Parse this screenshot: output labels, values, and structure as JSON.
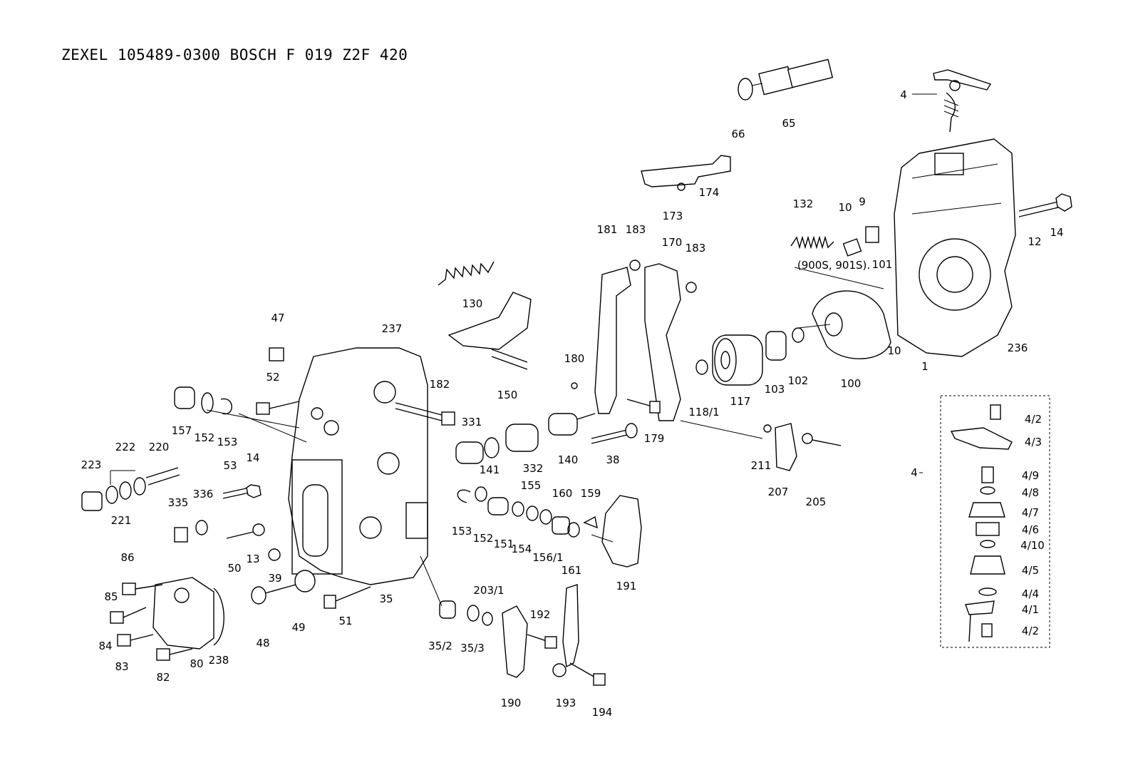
{
  "title": "ZEXEL  105489-0300  BOSCH  F 019 Z2F 420",
  "note_900s": "(900S, 901S).",
  "labels": [
    {
      "t": "4"
    },
    {
      "t": "66"
    },
    {
      "t": "65"
    },
    {
      "t": "174"
    },
    {
      "t": "173"
    },
    {
      "t": "132"
    },
    {
      "t": "10"
    },
    {
      "t": "9"
    },
    {
      "t": "12"
    },
    {
      "t": "14"
    },
    {
      "t": "181"
    },
    {
      "t": "183"
    },
    {
      "t": "170"
    },
    {
      "t": "183"
    },
    {
      "t": "101"
    },
    {
      "t": "130"
    },
    {
      "t": "10"
    },
    {
      "t": "236"
    },
    {
      "t": "1"
    },
    {
      "t": "47"
    },
    {
      "t": "237"
    },
    {
      "t": "180"
    },
    {
      "t": "102"
    },
    {
      "t": "103"
    },
    {
      "t": "100"
    },
    {
      "t": "150"
    },
    {
      "t": "52"
    },
    {
      "t": "182"
    },
    {
      "t": "117"
    },
    {
      "t": "118/1"
    },
    {
      "t": "157"
    },
    {
      "t": "152"
    },
    {
      "t": "153"
    },
    {
      "t": "331"
    },
    {
      "t": "179"
    },
    {
      "t": "222"
    },
    {
      "t": "220"
    },
    {
      "t": "38"
    },
    {
      "t": "140"
    },
    {
      "t": "332"
    },
    {
      "t": "141"
    },
    {
      "t": "223"
    },
    {
      "t": "53"
    },
    {
      "t": "14"
    },
    {
      "t": "211"
    },
    {
      "t": "207"
    },
    {
      "t": "205"
    },
    {
      "t": "221"
    },
    {
      "t": "335"
    },
    {
      "t": "336"
    },
    {
      "t": "155"
    },
    {
      "t": "160"
    },
    {
      "t": "159"
    },
    {
      "t": "153"
    },
    {
      "t": "152"
    },
    {
      "t": "151"
    },
    {
      "t": "154"
    },
    {
      "t": "156/1"
    },
    {
      "t": "161"
    },
    {
      "t": "13"
    },
    {
      "t": "50"
    },
    {
      "t": "39"
    },
    {
      "t": "86"
    },
    {
      "t": "35"
    },
    {
      "t": "191"
    },
    {
      "t": "85"
    },
    {
      "t": "203/1"
    },
    {
      "t": "51"
    },
    {
      "t": "192"
    },
    {
      "t": "84"
    },
    {
      "t": "48"
    },
    {
      "t": "49"
    },
    {
      "t": "35/2"
    },
    {
      "t": "35/3"
    },
    {
      "t": "83"
    },
    {
      "t": "80"
    },
    {
      "t": "238"
    },
    {
      "t": "82"
    },
    {
      "t": "190"
    },
    {
      "t": "193"
    },
    {
      "t": "194"
    }
  ],
  "inset": {
    "label": "4",
    "items": [
      {
        "t": "4/2"
      },
      {
        "t": "4/3"
      },
      {
        "t": "4/9"
      },
      {
        "t": "4/8"
      },
      {
        "t": "4/7"
      },
      {
        "t": "4/6"
      },
      {
        "t": "4/10"
      },
      {
        "t": "4/5"
      },
      {
        "t": "4/4"
      },
      {
        "t": "4/1"
      },
      {
        "t": "4/2"
      }
    ]
  }
}
